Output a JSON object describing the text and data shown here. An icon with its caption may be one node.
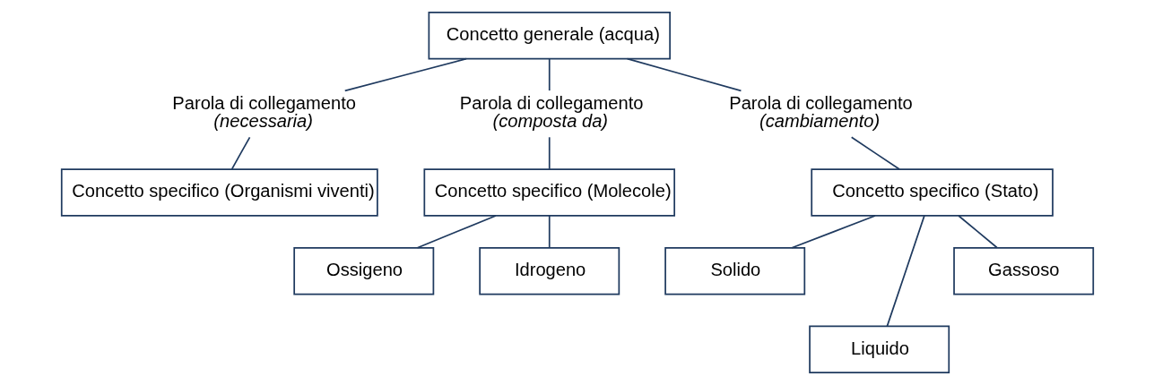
{
  "diagram": {
    "nodes": [
      {
        "text": [
          "Concetto generale (acqua)"
        ]
      },
      {
        "text": [
          "Parola di collegamento",
          "(necessaria)"
        ]
      },
      {
        "text": [
          "Parola di collegamento",
          "(composta da)"
        ]
      },
      {
        "text": [
          "Parola di collegamento",
          "(cambiamento)"
        ]
      },
      {
        "text": [
          "Concetto specifico (Organismi viventi)"
        ]
      },
      {
        "text": [
          "Concetto specifico (Molecole)"
        ]
      },
      {
        "text": [
          "Concetto specifico (Stato)"
        ]
      },
      {
        "text": [
          "Ossigeno"
        ]
      },
      {
        "text": [
          "Idrogeno"
        ]
      },
      {
        "text": [
          "Solido"
        ]
      },
      {
        "text": [
          "Gassoso"
        ]
      },
      {
        "text": [
          "Liquido"
        ]
      }
    ],
    "edges": [
      {
        "from": 0,
        "to": 1,
        "arrow": "none"
      },
      {
        "from": 1,
        "to": 4,
        "arrow": "none"
      },
      {
        "from": 0,
        "to": 2,
        "arrow": "none"
      },
      {
        "from": 2,
        "to": 5,
        "arrow": "none"
      },
      {
        "from": 0,
        "to": 3,
        "arrow": "none"
      },
      {
        "from": 3,
        "to": 6,
        "arrow": "none"
      },
      {
        "from": 5,
        "to": 7,
        "arrow": "none"
      },
      {
        "from": 5,
        "to": 8,
        "arrow": "none"
      },
      {
        "from": 6,
        "to": 9,
        "arrow": "none"
      },
      {
        "from": 6,
        "to": 11,
        "arrow": "none"
      },
      {
        "from": 6,
        "to": 10,
        "arrow": "none"
      }
    ]
  }
}
